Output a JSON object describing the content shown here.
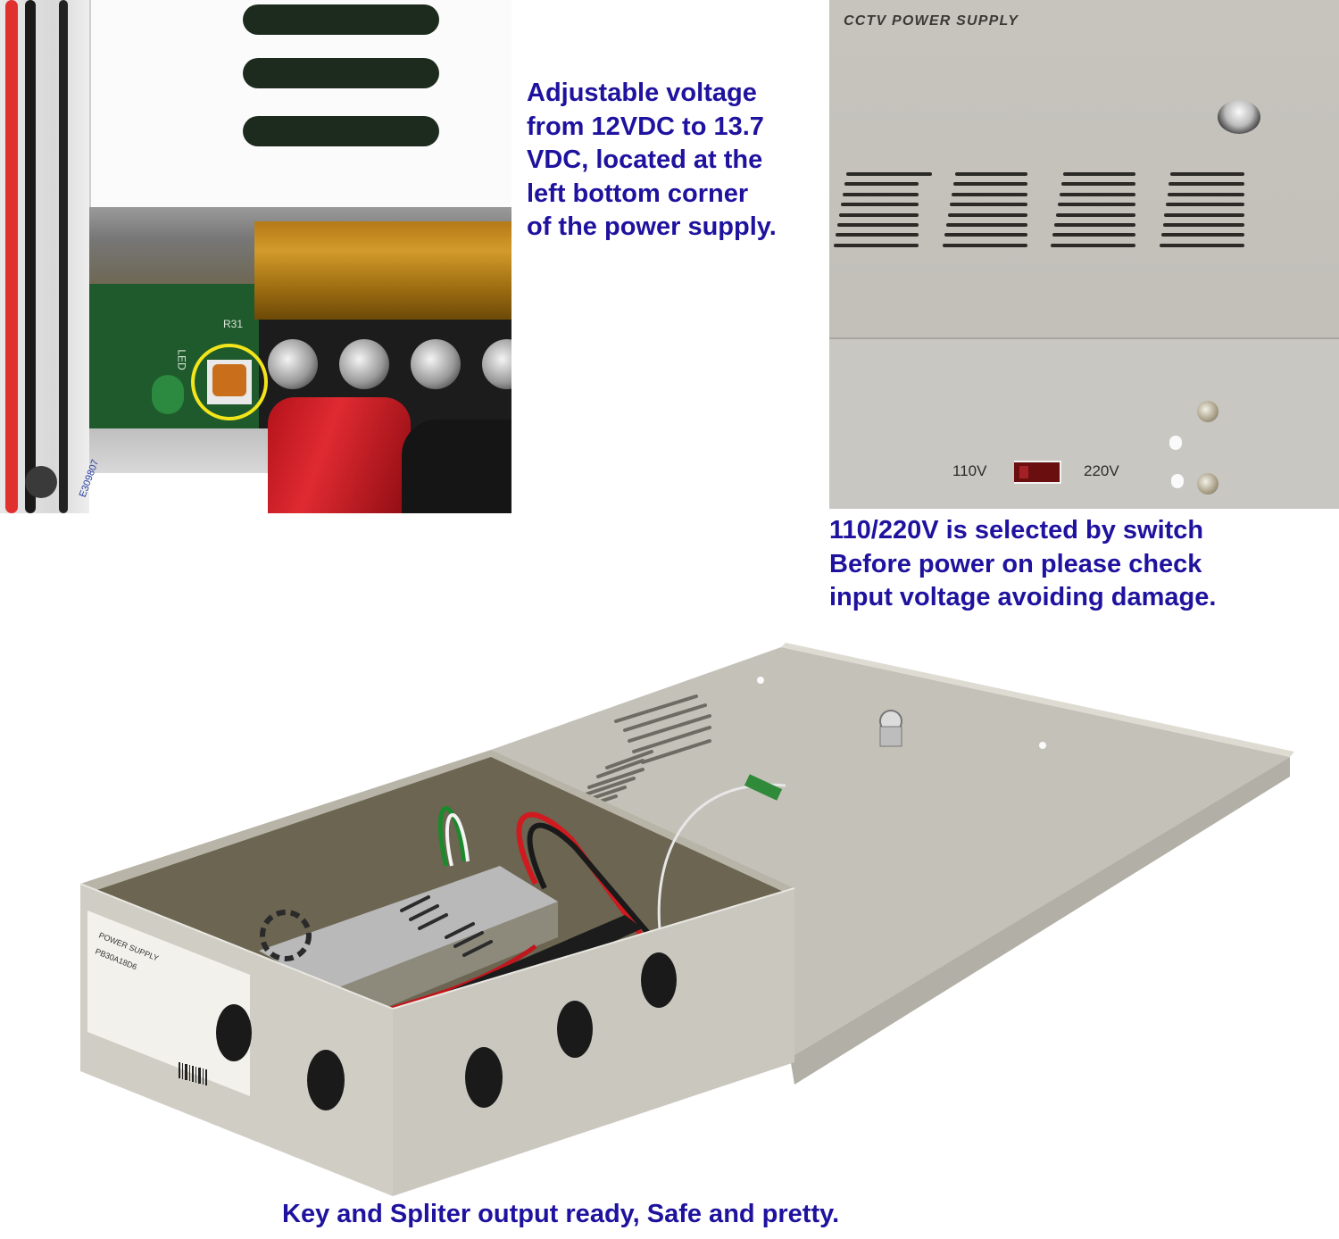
{
  "captions": {
    "voltage_adjust": "Adjustable voltage\nfrom 12VDC to 13.7\nVDC, located at the\nleft bottom corner\nof the power supply.",
    "switch_note": "110/220V is selected by switch\nBefore power on please check\ninput voltage avoiding damage.",
    "key_splitter": "Key and Spliter output ready, Safe and pretty."
  },
  "photos": {
    "pcb_closeup": {
      "labels": {
        "resistor": "R31",
        "led": "LED",
        "cable_print": "E309807"
      },
      "highlight_color": "#f2e51c"
    },
    "front_panel": {
      "title": "CCTV POWER SUPPLY",
      "switch_left_label": "110V",
      "switch_right_label": "220V",
      "vent_groups": 4,
      "vent_lines_per_group": 8
    },
    "enclosure": {
      "label_title": "POWER SUPPLY",
      "label_model": "PB30A18D6",
      "knockout_holes": 5
    }
  },
  "colors": {
    "caption_text": "#1e129e",
    "enclosure_gray": "#c9c7be",
    "background": "#ffffff"
  }
}
